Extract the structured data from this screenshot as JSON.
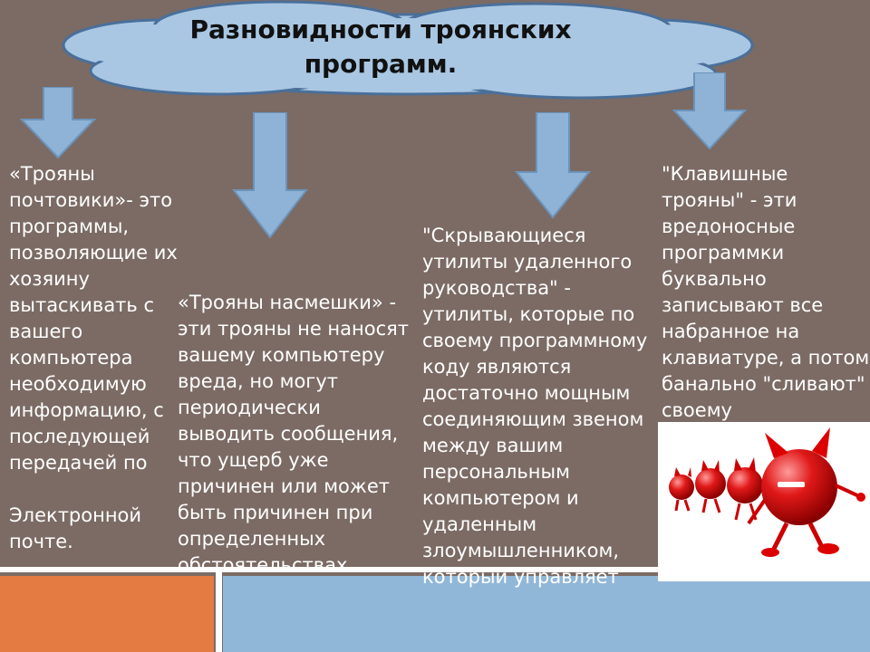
{
  "header": {
    "title": "Разновидности троянских программ."
  },
  "columns": [
    {
      "id": "mail-trojans",
      "text": "«Трояны почтовики»- это программы, позволяющие их хозяину вытаскивать с вашего компьютера необходимую информацию, с последующей передачей по\n\nЭлектронной\n почте."
    },
    {
      "id": "prank-trojans",
      "text": "«Трояны насмешки» - эти трояны не наносят вашему компьютеру вреда, но могут периодически выводить сообщения, что ущерб уже причинен или может быть причинен при определенных обстоятельствах."
    },
    {
      "id": "remote-admin-trojans",
      "text": "\"Скрывающиеся утилиты удаленного руководства\" - утилиты, которые по своему программному коду являются достаточно мощным соединяющим звеном между вашим персональным компьютером и удаленным злоумышленником, который управляет"
    },
    {
      "id": "keylogger-trojans",
      "text": "\"Клавишные трояны\" - эти вредоносные программки буквально записывают все набранное на клавиатуре, а потом банально \"сливают\" своему"
    }
  ],
  "colors": {
    "background": "#7b6b64",
    "cloud": "#a9c7e3",
    "arrow": "#8fb3d6",
    "accent_orange": "#e37b43",
    "accent_blue": "#91b7d8",
    "devil_red": "#e01818"
  },
  "icons": [
    "cloud-shape",
    "down-arrow-icon",
    "red-devil-balls-illustration"
  ]
}
